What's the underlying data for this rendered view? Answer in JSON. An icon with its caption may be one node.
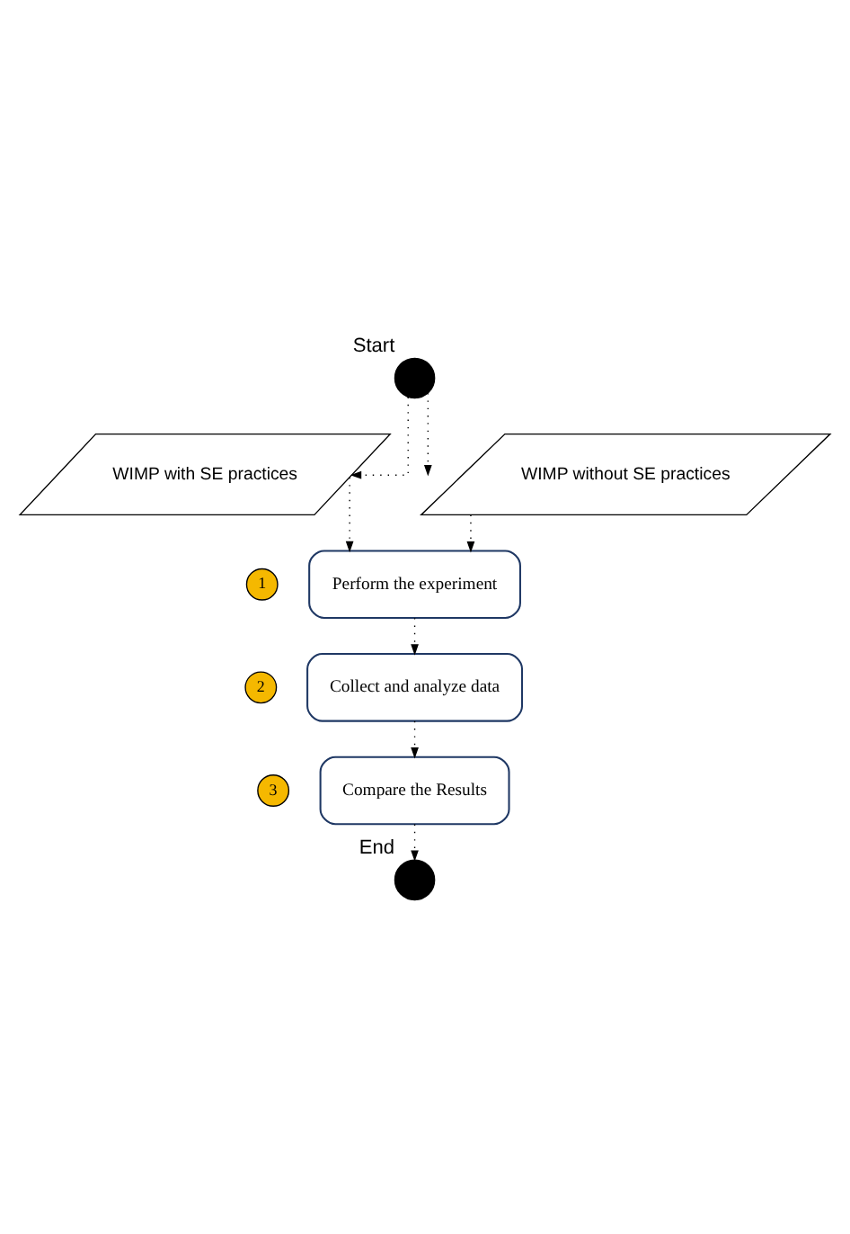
{
  "diagram": {
    "nodes": [
      {
        "text": [
          "Start"
        ]
      },
      {
        "text": [
          "WIMP with SE practices"
        ]
      },
      {
        "text": [
          "WIMP without SE practices"
        ]
      },
      {
        "text": [
          "1"
        ]
      },
      {
        "text": [
          "Perform the experiment"
        ]
      },
      {
        "text": [
          "2"
        ]
      },
      {
        "text": [
          "Collect and analyze data"
        ]
      },
      {
        "text": [
          "3"
        ]
      },
      {
        "text": [
          "Compare the Results"
        ]
      },
      {
        "text": [
          "End"
        ]
      }
    ],
    "edges": [
      {
        "from": 0,
        "to": 1,
        "arrow": "to"
      },
      {
        "from": 0,
        "to": 2,
        "arrow": "to"
      },
      {
        "from": 1,
        "to": 4,
        "arrow": "to"
      },
      {
        "from": 2,
        "to": 4,
        "arrow": "to"
      },
      {
        "from": 4,
        "to": 6,
        "arrow": "to"
      },
      {
        "from": 6,
        "to": 8,
        "arrow": "to"
      },
      {
        "from": 8,
        "to": 9,
        "arrow": "to"
      }
    ]
  }
}
